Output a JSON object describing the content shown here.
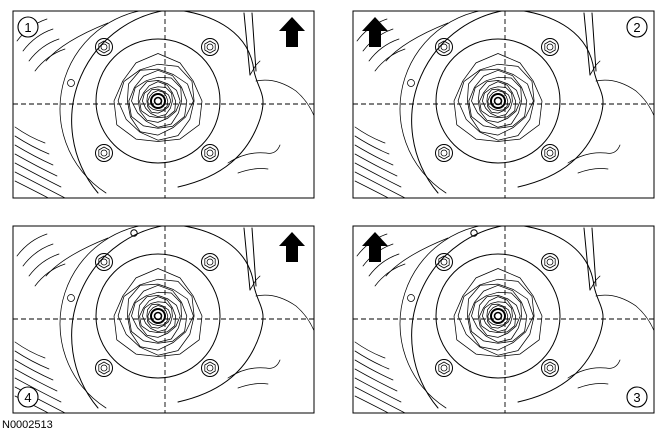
{
  "figure": {
    "reference_code": "N0002513",
    "panels": [
      {
        "id": "panel-1",
        "step_label": "1",
        "label_corner": "top-left",
        "arrow_corner": "top-right",
        "clip_hole": false
      },
      {
        "id": "panel-2",
        "step_label": "2",
        "label_corner": "top-right",
        "arrow_corner": "top-left",
        "clip_hole": false
      },
      {
        "id": "panel-4",
        "step_label": "4",
        "label_corner": "bottom-left",
        "arrow_corner": "top-right",
        "clip_hole": true
      },
      {
        "id": "panel-3",
        "step_label": "3",
        "label_corner": "bottom-right",
        "arrow_corner": "top-left",
        "clip_hole": true
      }
    ],
    "arrow_icon": "up-arrow-icon",
    "line_color": "#000000",
    "background_color": "#ffffff"
  }
}
